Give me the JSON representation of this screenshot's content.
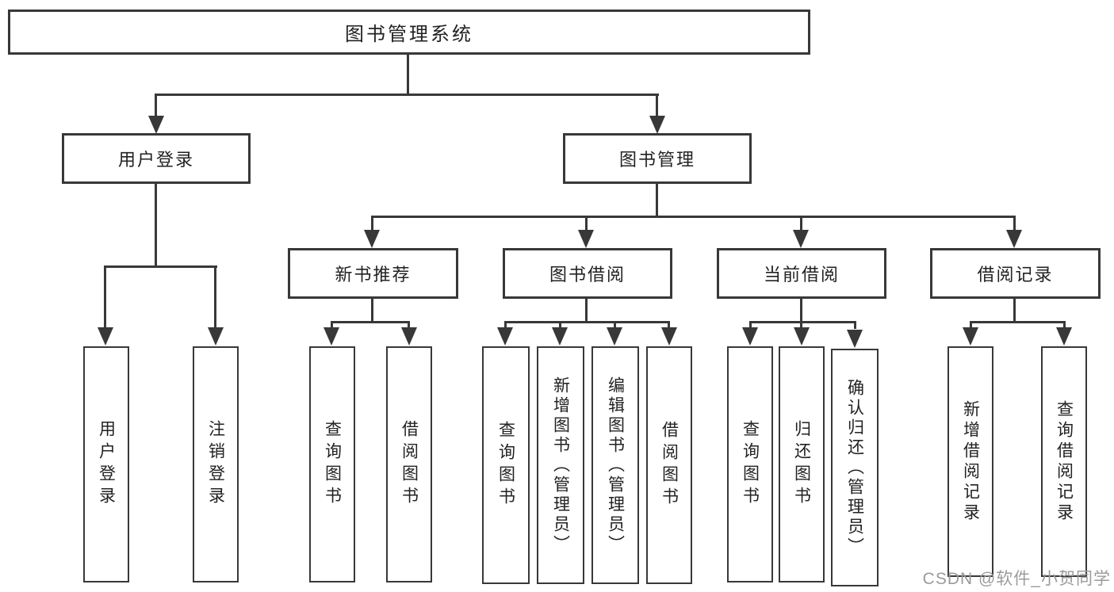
{
  "diagram": {
    "title": "图书管理系统",
    "branches": [
      {
        "label": "用户登录",
        "children": [
          {
            "label": "用户登录"
          },
          {
            "label": "注销登录"
          }
        ]
      },
      {
        "label": "图书管理",
        "children": [
          {
            "label": "新书推荐",
            "children": [
              {
                "label": "查询图书"
              },
              {
                "label": "借阅图书"
              }
            ]
          },
          {
            "label": "图书借阅",
            "children": [
              {
                "label": "查询图书"
              },
              {
                "label": "新增图书（管理员）"
              },
              {
                "label": "编辑图书（管理员）"
              },
              {
                "label": "借阅图书"
              }
            ]
          },
          {
            "label": "当前借阅",
            "children": [
              {
                "label": "查询图书"
              },
              {
                "label": "归还图书"
              },
              {
                "label": "确认归还（管理员）"
              }
            ]
          },
          {
            "label": "借阅记录",
            "children": [
              {
                "label": "新增借阅记录"
              },
              {
                "label": "查询借阅记录"
              }
            ]
          }
        ]
      }
    ]
  },
  "watermark": "CSDN @软件_小贺同学",
  "colors": {
    "line": "#383838",
    "text": "#222222",
    "watermark": "#9b9b9b",
    "background": "#ffffff"
  }
}
